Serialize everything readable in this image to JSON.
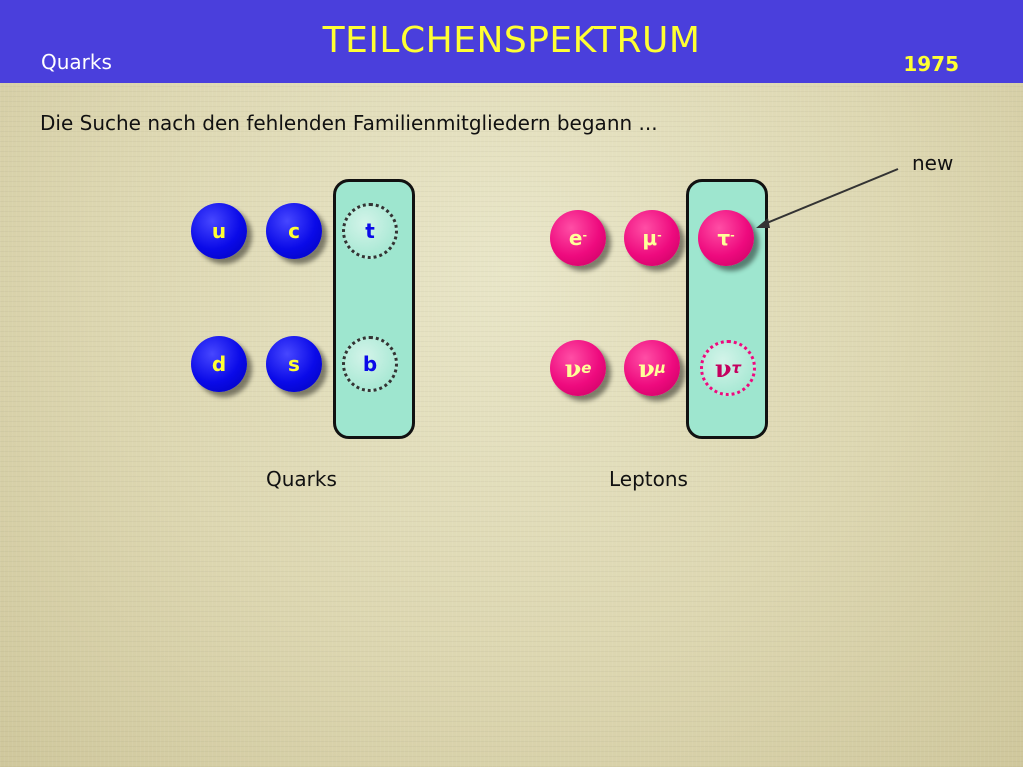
{
  "header": {
    "title": "TEILCHENSPEKTRUM",
    "subtitle": "Quarks",
    "year": "1975"
  },
  "intro": "Die Suche nach den fehlenden Familienmitgliedern begann ...",
  "annotation": {
    "label": "new"
  },
  "quarks": {
    "caption": "Quarks",
    "items": [
      "u",
      "c",
      "t",
      "d",
      "s",
      "b"
    ]
  },
  "leptons": {
    "caption": "Leptons",
    "items": {
      "electron": {
        "base": "e",
        "sup": "-"
      },
      "muon": {
        "base": "μ",
        "sup": "-"
      },
      "tau": {
        "base": "τ",
        "sup": "-"
      },
      "nu_e": {
        "base": "ν",
        "sub": "e"
      },
      "nu_mu": {
        "base": "ν",
        "sub": "μ"
      },
      "nu_tau": {
        "base": "ν",
        "sub": "τ"
      }
    }
  },
  "colors": {
    "header_bg": "#4a3fdc",
    "title": "#ffff33",
    "quark": "#0a0ae8",
    "lepton": "#ee0a7e",
    "group_box": "#9ee6cf"
  }
}
